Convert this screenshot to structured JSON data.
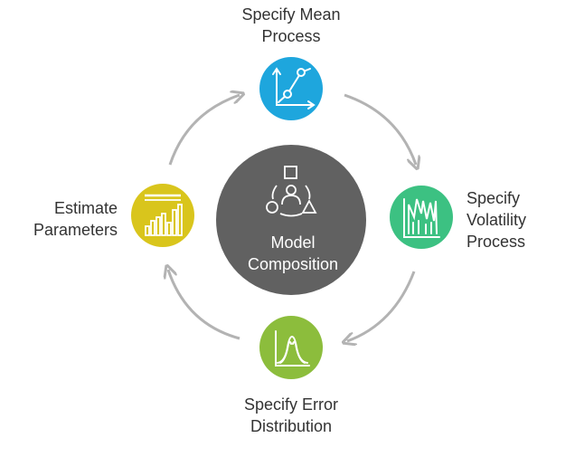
{
  "diagram": {
    "center": {
      "lines": [
        "Model",
        "Composition"
      ],
      "color": "#616161",
      "icon": "composition-icon"
    },
    "steps": [
      {
        "id": "mean",
        "lines": [
          "Specify Mean",
          "Process"
        ],
        "color": "#1ea6dd",
        "icon": "line-graph-icon"
      },
      {
        "id": "volatility",
        "lines": [
          "Specify",
          "Volatility",
          "Process"
        ],
        "color": "#3cc182",
        "icon": "volatility-chart-icon"
      },
      {
        "id": "error",
        "lines": [
          "Specify Error",
          "Distribution"
        ],
        "color": "#8cbd3c",
        "icon": "distribution-curve-icon"
      },
      {
        "id": "estimate",
        "lines": [
          "Estimate",
          "Parameters"
        ],
        "color": "#d9c51c",
        "icon": "bar-chart-icon"
      }
    ],
    "arrow_color": "#b3b3b3"
  }
}
